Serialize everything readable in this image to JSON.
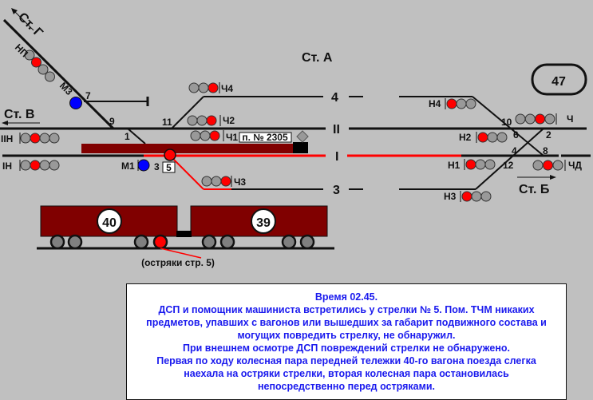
{
  "title": "Ст. А",
  "badge": "47",
  "stations": {
    "g": "Ст. Г",
    "v": "Ст. В",
    "b": "Ст. Б"
  },
  "tracks": {
    "t4": "4",
    "t2": "II",
    "t1": "I",
    "t3": "3"
  },
  "switches": {
    "s7": "7",
    "s9": "9",
    "s1": "1",
    "s11": "11",
    "s3": "3",
    "s5": "5",
    "s10": "10",
    "s6": "6",
    "s2": "2",
    "s4": "4",
    "s8": "8",
    "s12": "12"
  },
  "signals": {
    "np": "НП",
    "m3": "М3",
    "iin": "IIН",
    "in": "IН",
    "m1": "М1",
    "ch4": "Ч4",
    "ch2": "Ч2",
    "ch1": "Ч1",
    "ch3": "Ч3",
    "n4": "Н4",
    "ch": "Ч",
    "n2": "Н2",
    "n1": "Н1",
    "n3": "Н3",
    "chd": "ЧД"
  },
  "train_label": "п. № 2305",
  "cars": {
    "left": "40",
    "right": "39"
  },
  "wheel_caption": "(остряки стр. 5)",
  "colors": {
    "red": "#ff0000",
    "blue": "#0000ff",
    "car": "#800000",
    "note": "#1a1aee"
  },
  "note_lines": [
    "Время 02.45.",
    "ДСП и помощник машиниста встретились у стрелки № 5. Пом. ТЧМ никаких",
    "предметов, упавших с вагонов или вышедших за габарит подвижного состава и",
    "могущих повредить стрелку, не обнаружил.",
    "При внешнем осмотре ДСП  повреждений стрелки  не обнаружено.",
    "Первая по ходу колесная пара передней тележки 40-го вагона поезда слегка",
    "наехала на остряки стрелки, вторая колесная пара остановилась",
    "непосредственно перед остряками."
  ]
}
